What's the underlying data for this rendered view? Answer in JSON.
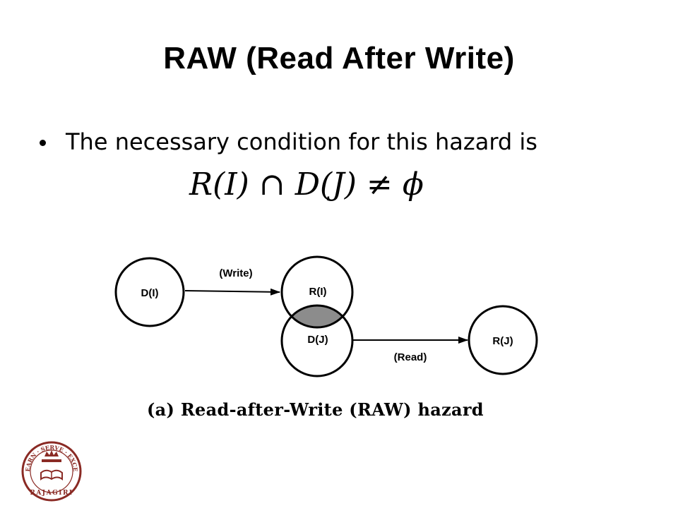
{
  "slide": {
    "title": "RAW (Read After Write)",
    "bullet": "The necessary condition for this hazard is",
    "formula": {
      "left": "R(I)",
      "operator": "∩",
      "right": "D(J)",
      "relation": "≠",
      "result": "ϕ"
    }
  },
  "diagram": {
    "nodes": {
      "d_i": "D(I)",
      "r_i": "R(I)",
      "d_j": "D(J)",
      "r_j": "R(J)"
    },
    "edges": {
      "write": "(Write)",
      "read": "(Read)"
    },
    "caption": "(a) Read-after-Write (RAW) hazard",
    "overlap_color": "#8c8c8c"
  },
  "logo": {
    "ring_text": "LEARN · SERVE · EXCEL",
    "name": "RAJAGIRI",
    "color": "#8a2a24"
  }
}
